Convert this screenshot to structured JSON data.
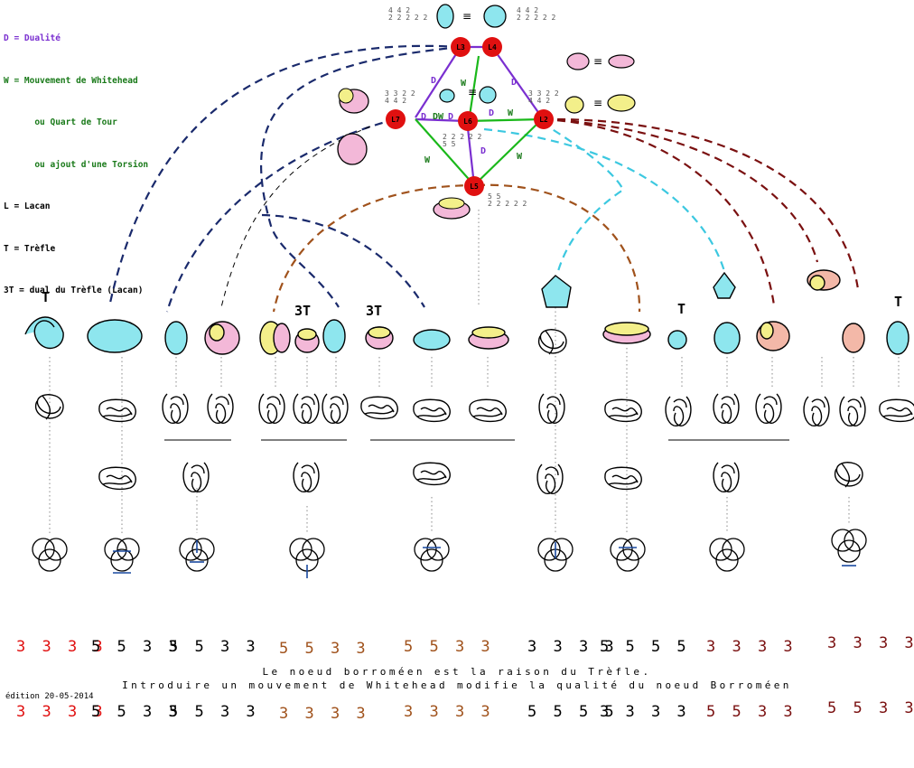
{
  "colors": {
    "dualite": "#7a2fd0",
    "whitehead": "#1a7a1a",
    "navy": "#1a2a6c",
    "cyan": "#3cc8e0",
    "brown": "#a0521c",
    "darkred": "#7a1010",
    "red_code": "#e01010",
    "node_fill": "#e01010",
    "knot_cyan": "#8ee6ee",
    "knot_yellow": "#f3ef8a",
    "knot_pink": "#f3b8d8",
    "knot_salmon": "#f3b8a8"
  },
  "legend": [
    {
      "text": "D = Dualité",
      "color": "dualite"
    },
    {
      "text": "W = Mouvement de Whitehead",
      "color": "whitehead"
    },
    {
      "text": "      ou Quart de Tour",
      "color": "whitehead"
    },
    {
      "text": "      ou ajout d'une Torsion",
      "color": "whitehead"
    },
    {
      "text": "L = Lacan",
      "color": "black"
    },
    {
      "text": "T = Trèfle",
      "color": "black"
    },
    {
      "text": "3T = dual du Trèfle (Lacan)",
      "color": "black"
    }
  ],
  "graph": {
    "nodes": [
      "L3",
      "L4",
      "L7",
      "L6",
      "L2",
      "L5"
    ],
    "edge_labels": [
      "D",
      "D",
      "W",
      "D",
      "DW",
      "D",
      "D",
      "W",
      "W",
      "W",
      "D"
    ]
  },
  "node_notes": {
    "top": "4 4 2\n2 2 2 2 2",
    "top_right": "4 4 2\n2 2 2 2 2",
    "left": "3 3 2 2\n4 4 2",
    "right": "3 3 2 2\n4 4 2",
    "center": "2 2 2 2 2\n5 5",
    "bottom": "5 5\n2 2 2 2 2"
  },
  "equiv_symbols": [
    "≡",
    "≡",
    "≡",
    "≡"
  ],
  "tree_labels": {
    "t1": "T",
    "t2": "3T",
    "t3": "3T",
    "t4": "T",
    "t5": "T"
  },
  "codes": [
    {
      "lines": [
        "3 3 3 3",
        "3 3 3 3"
      ],
      "color": "red_code"
    },
    {
      "lines": [
        "5 5 3 3",
        "5 5 3 3"
      ],
      "color": "black"
    },
    {
      "lines": [
        "5 5 3 3",
        "5 5 3 3"
      ],
      "color": "black"
    },
    {
      "lines": [
        "5 5 3 3",
        "3 3 3 3"
      ],
      "color": "brown"
    },
    {
      "lines": [
        "5 5 3 3",
        "3 3 3 3"
      ],
      "color": "brown"
    },
    {
      "lines": [
        "3 3 3 3",
        "5 5 5 5"
      ],
      "color": "black"
    },
    {
      "lines": [
        "5 5 5 5",
        "3 3 3 3"
      ],
      "color": "black"
    },
    {
      "lines": [
        "3 3 3 3",
        "5 5 3 3"
      ],
      "color": "darkred"
    },
    {
      "lines": [
        "3 3 3 3",
        "5 5 3 3"
      ],
      "color": "darkred"
    }
  ],
  "caption": {
    "line1": "Le noeud borroméen est la raison du Trèfle.",
    "line2": "Introduire un mouvement de Whitehead modifie la qualité du noeud Borroméen"
  },
  "edition": "édition 20-05-2014"
}
